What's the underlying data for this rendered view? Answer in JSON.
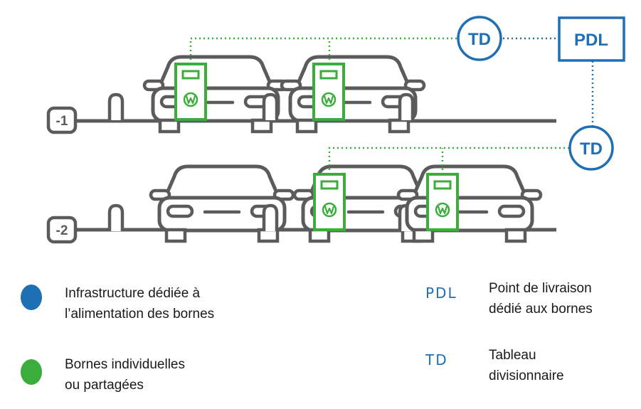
{
  "colors": {
    "blue": "#1f6fb5",
    "green": "#3aad3a",
    "gray": "#5b5b5b"
  },
  "diagram": {
    "level_top_label": "-1",
    "level_bottom_label": "-2",
    "pdl_label": "PDL",
    "td_top_label": "TD",
    "td_bottom_label": "TD"
  },
  "legend": {
    "infrastructure": {
      "line1": "Infrastructure dédiée à",
      "line2": "l’alimentation des bornes"
    },
    "bornes": {
      "line1": "Bornes individuelles",
      "line2": "ou partagées"
    },
    "pdl": {
      "abbr": "PDL",
      "line1": "Point de livraison",
      "line2": "dédié aux bornes"
    },
    "td": {
      "abbr": "TD",
      "line1": "Tableau",
      "line2": "divisionnaire"
    }
  }
}
